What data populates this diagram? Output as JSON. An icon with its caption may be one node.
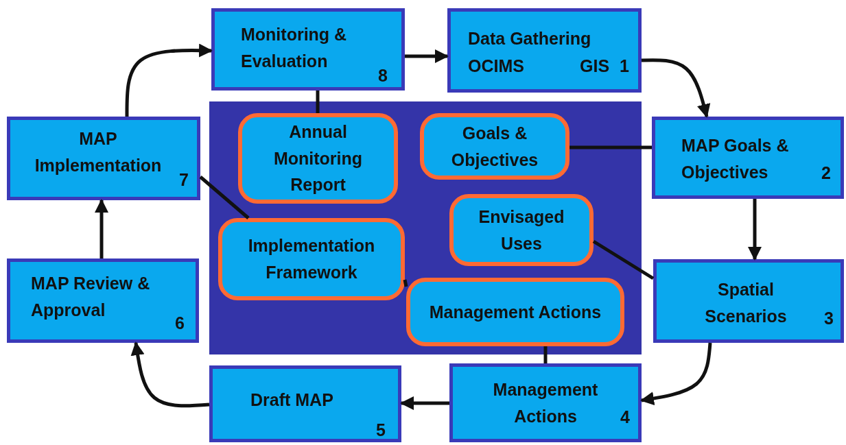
{
  "diagram": {
    "nodes": [
      {
        "text": [
          "Monitoring & Evaluation",
          "8"
        ]
      },
      {
        "text": [
          "Data Gathering",
          "OCIMS",
          "GIS",
          "1"
        ]
      },
      {
        "text": [
          "MAP Goals & Objectives",
          "2"
        ]
      },
      {
        "text": [
          "Spatial Scenarios",
          "3"
        ]
      },
      {
        "text": [
          "Management Actions",
          "4"
        ]
      },
      {
        "text": [
          "Draft MAP",
          "5"
        ]
      },
      {
        "text": [
          "MAP Review & Approval",
          "6"
        ]
      },
      {
        "text": [
          "MAP Implementation",
          "7"
        ]
      },
      {
        "text": [],
        "shape": "box"
      },
      {
        "text": [
          "Annual Monitoring Report"
        ],
        "in": 8
      },
      {
        "text": [
          "Goals & Objectives"
        ],
        "in": 8
      },
      {
        "text": [
          "Envisaged Uses"
        ],
        "in": 8
      },
      {
        "text": [
          "Implementation Framework"
        ],
        "in": 8
      },
      {
        "text": [
          "Management Actions"
        ],
        "in": 8
      }
    ],
    "edges": [
      {
        "from": 0,
        "to": 1,
        "arrow": "to"
      },
      {
        "from": 1,
        "to": 2,
        "arrow": "to"
      },
      {
        "from": 2,
        "to": 3,
        "arrow": "to"
      },
      {
        "from": 3,
        "to": 4,
        "arrow": "to"
      },
      {
        "from": 4,
        "to": 5,
        "arrow": "to"
      },
      {
        "from": 5,
        "to": 6,
        "arrow": "to"
      },
      {
        "from": 6,
        "to": 7,
        "arrow": "to"
      },
      {
        "from": 7,
        "to": 0,
        "arrow": "to"
      },
      {
        "from": 0,
        "to": 9,
        "arrow": "none"
      },
      {
        "from": 10,
        "to": 2,
        "arrow": "none"
      },
      {
        "from": 11,
        "to": 3,
        "arrow": "none"
      },
      {
        "from": 7,
        "to": 12,
        "arrow": "none"
      },
      {
        "from": 12,
        "to": 13,
        "arrow": "none"
      },
      {
        "from": 13,
        "to": 4,
        "arrow": "none"
      }
    ]
  }
}
